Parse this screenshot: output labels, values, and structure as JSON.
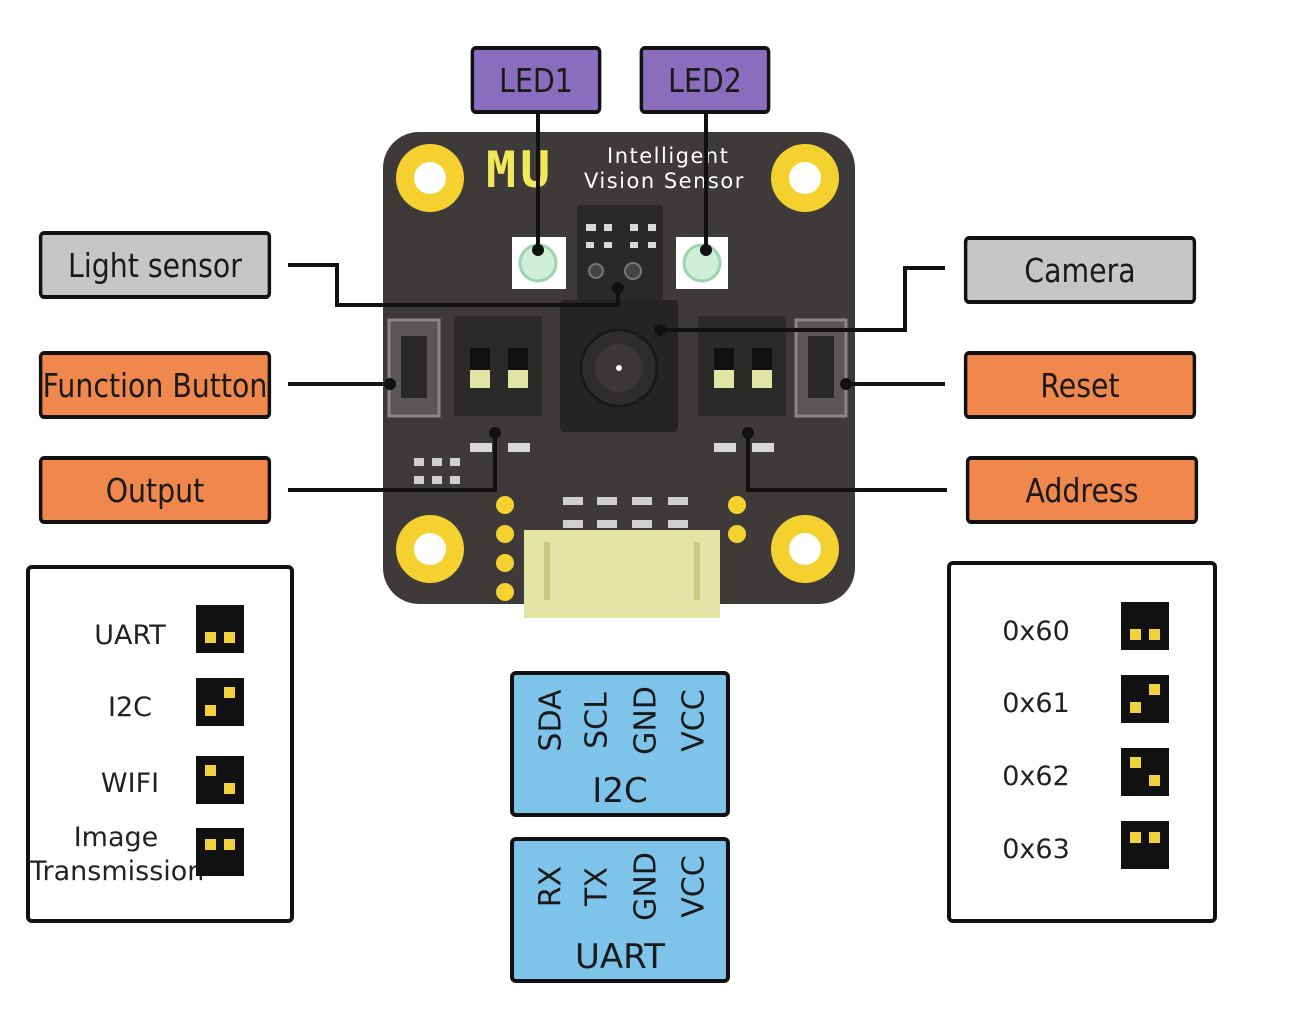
{
  "board": {
    "logo": "MU",
    "brand_line1": "Intelligent",
    "brand_line2": "Vision Sensor"
  },
  "labels": {
    "led1": "LED1",
    "led2": "LED2",
    "light_sensor": "Light sensor",
    "camera": "Camera",
    "function_button": "Function Button",
    "reset": "Reset",
    "output": "Output",
    "address": "Address"
  },
  "output_modes": [
    {
      "label": "UART",
      "jumper": "both-bottom"
    },
    {
      "label": "I2C",
      "jumper": "diag-up"
    },
    {
      "label": "WIFI",
      "jumper": "diag-down"
    },
    {
      "label": "Image\nTransmission",
      "jumper": "both-top"
    }
  ],
  "address_modes": [
    {
      "label": "0x60",
      "jumper": "both-bottom"
    },
    {
      "label": "0x61",
      "jumper": "diag-up"
    },
    {
      "label": "0x62",
      "jumper": "diag-down"
    },
    {
      "label": "0x63",
      "jumper": "both-top"
    }
  ],
  "i2c_port": {
    "title": "I2C",
    "pins": [
      "SDA",
      "SCL",
      "GND",
      "VCC"
    ]
  },
  "uart_port": {
    "title": "UART",
    "pins": [
      "RX",
      "TX",
      "GND",
      "VCC"
    ]
  },
  "colors": {
    "pcb": "#3e3a39",
    "gold": "#f5d12f",
    "led_label": "#8a6dbd",
    "sensor_label": "#c6c6c6",
    "control_label": "#f0874c",
    "port_panel": "#7ec3ea",
    "connector": "#e3e5a6"
  }
}
